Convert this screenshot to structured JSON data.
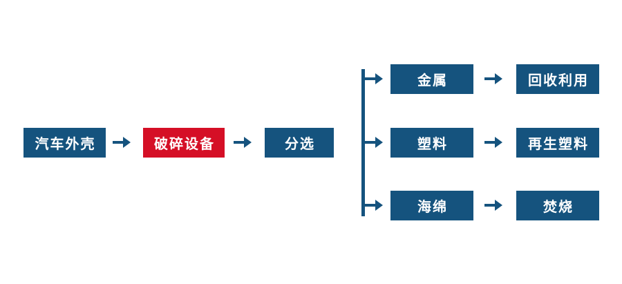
{
  "colors": {
    "node_blue": "#15537e",
    "node_red": "#d50f26",
    "node_text": "#ffffff",
    "connector": "#15537e"
  },
  "flow": {
    "main_nodes": [
      {
        "label": "汽车外壳"
      },
      {
        "label": "破碎设备"
      },
      {
        "label": "分选"
      }
    ],
    "branches": [
      {
        "material": "金属",
        "outcome": "回收利用"
      },
      {
        "material": "塑料",
        "outcome": "再生塑料"
      },
      {
        "material": "海绵",
        "outcome": "焚烧"
      }
    ]
  }
}
